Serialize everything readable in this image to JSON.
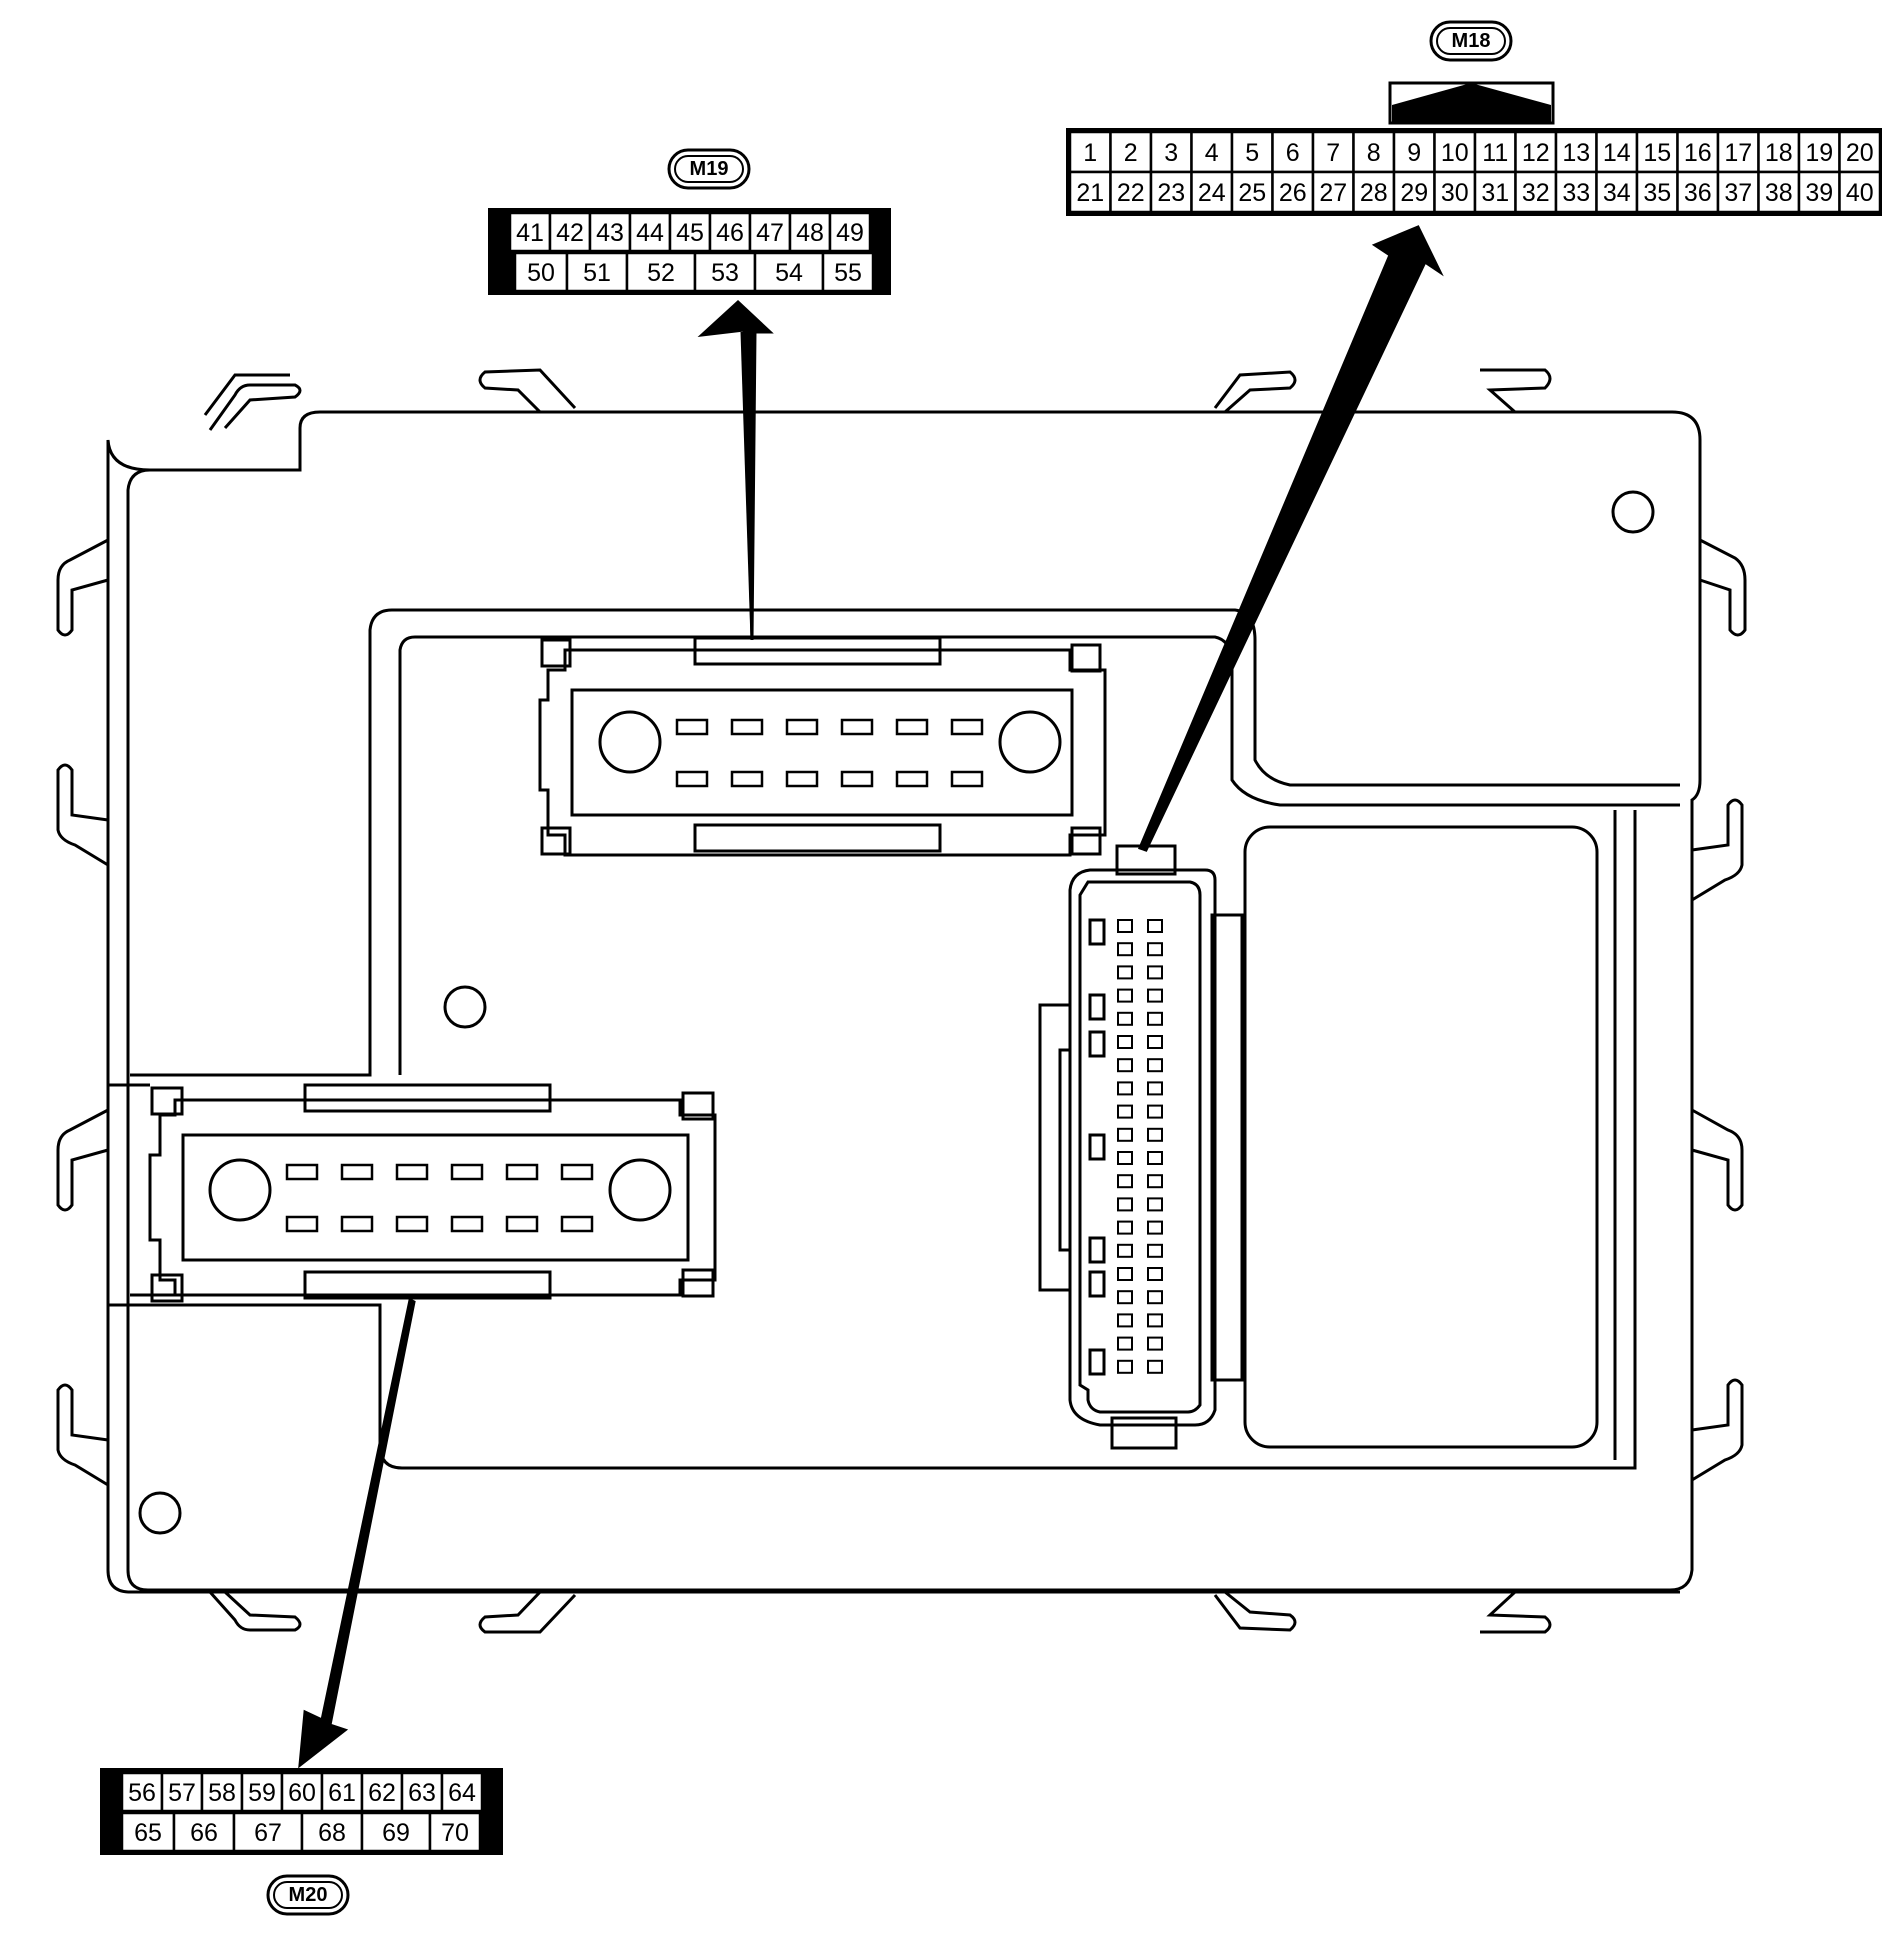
{
  "connectors": {
    "m18": {
      "label": "M18",
      "top_row": [
        "1",
        "2",
        "3",
        "4",
        "5",
        "6",
        "7",
        "8",
        "9",
        "10",
        "11",
        "12",
        "13",
        "14",
        "15",
        "16",
        "17",
        "18",
        "19",
        "20"
      ],
      "bottom_row": [
        "21",
        "22",
        "23",
        "24",
        "25",
        "26",
        "27",
        "28",
        "29",
        "30",
        "31",
        "32",
        "33",
        "34",
        "35",
        "36",
        "37",
        "38",
        "39",
        "40"
      ]
    },
    "m19": {
      "label": "M19",
      "top_row": [
        "41",
        "42",
        "43",
        "44",
        "45",
        "46",
        "47",
        "48",
        "49"
      ],
      "bottom_row": [
        "50",
        "51",
        "52",
        "53",
        "54",
        "55"
      ]
    },
    "m20": {
      "label": "M20",
      "top_row": [
        "56",
        "57",
        "58",
        "59",
        "60",
        "61",
        "62",
        "63",
        "64"
      ],
      "bottom_row": [
        "65",
        "66",
        "67",
        "68",
        "69",
        "70"
      ]
    }
  }
}
